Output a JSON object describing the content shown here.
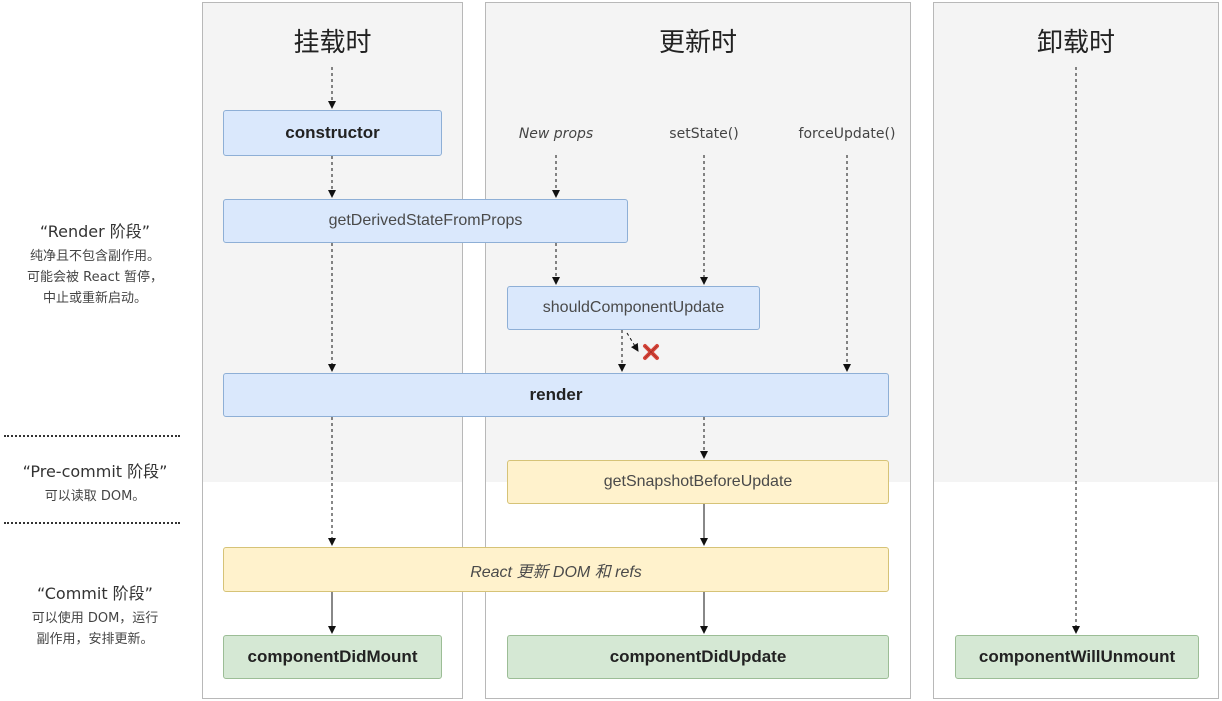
{
  "columns": {
    "mount_title": "挂载时",
    "update_title": "更新时",
    "unmount_title": "卸载时"
  },
  "phases": {
    "render_title": "“Render 阶段”",
    "render_desc": [
      "纯净且不包含副作用。",
      "可能会被 React 暂停，",
      "中止或重新启动。"
    ],
    "precommit_title": "“Pre-commit 阶段”",
    "precommit_desc": [
      "可以读取 DOM。"
    ],
    "commit_title": "“Commit 阶段”",
    "commit_desc": [
      "可以使用 DOM，运行",
      "副作用，安排更新。"
    ]
  },
  "triggers": {
    "new_props": "New props",
    "set_state": "setState()",
    "force_update": "forceUpdate()"
  },
  "nodes": {
    "constructor": "constructor",
    "get_derived_state": "getDerivedStateFromProps",
    "should_update": "shouldComponentUpdate",
    "render": "render",
    "snapshot": "getSnapshotBeforeUpdate",
    "react_update_dom": "React 更新 DOM 和 refs",
    "did_mount": "componentDidMount",
    "did_update": "componentDidUpdate",
    "will_unmount": "componentWillUnmount"
  },
  "icons": {
    "cancel": "red-x-icon"
  },
  "colors": {
    "render_box": "#dae8fc",
    "commit_box": "#fff2cc",
    "lifecycle_end_box": "#d5e8d4",
    "cancel": "#d6453a"
  }
}
